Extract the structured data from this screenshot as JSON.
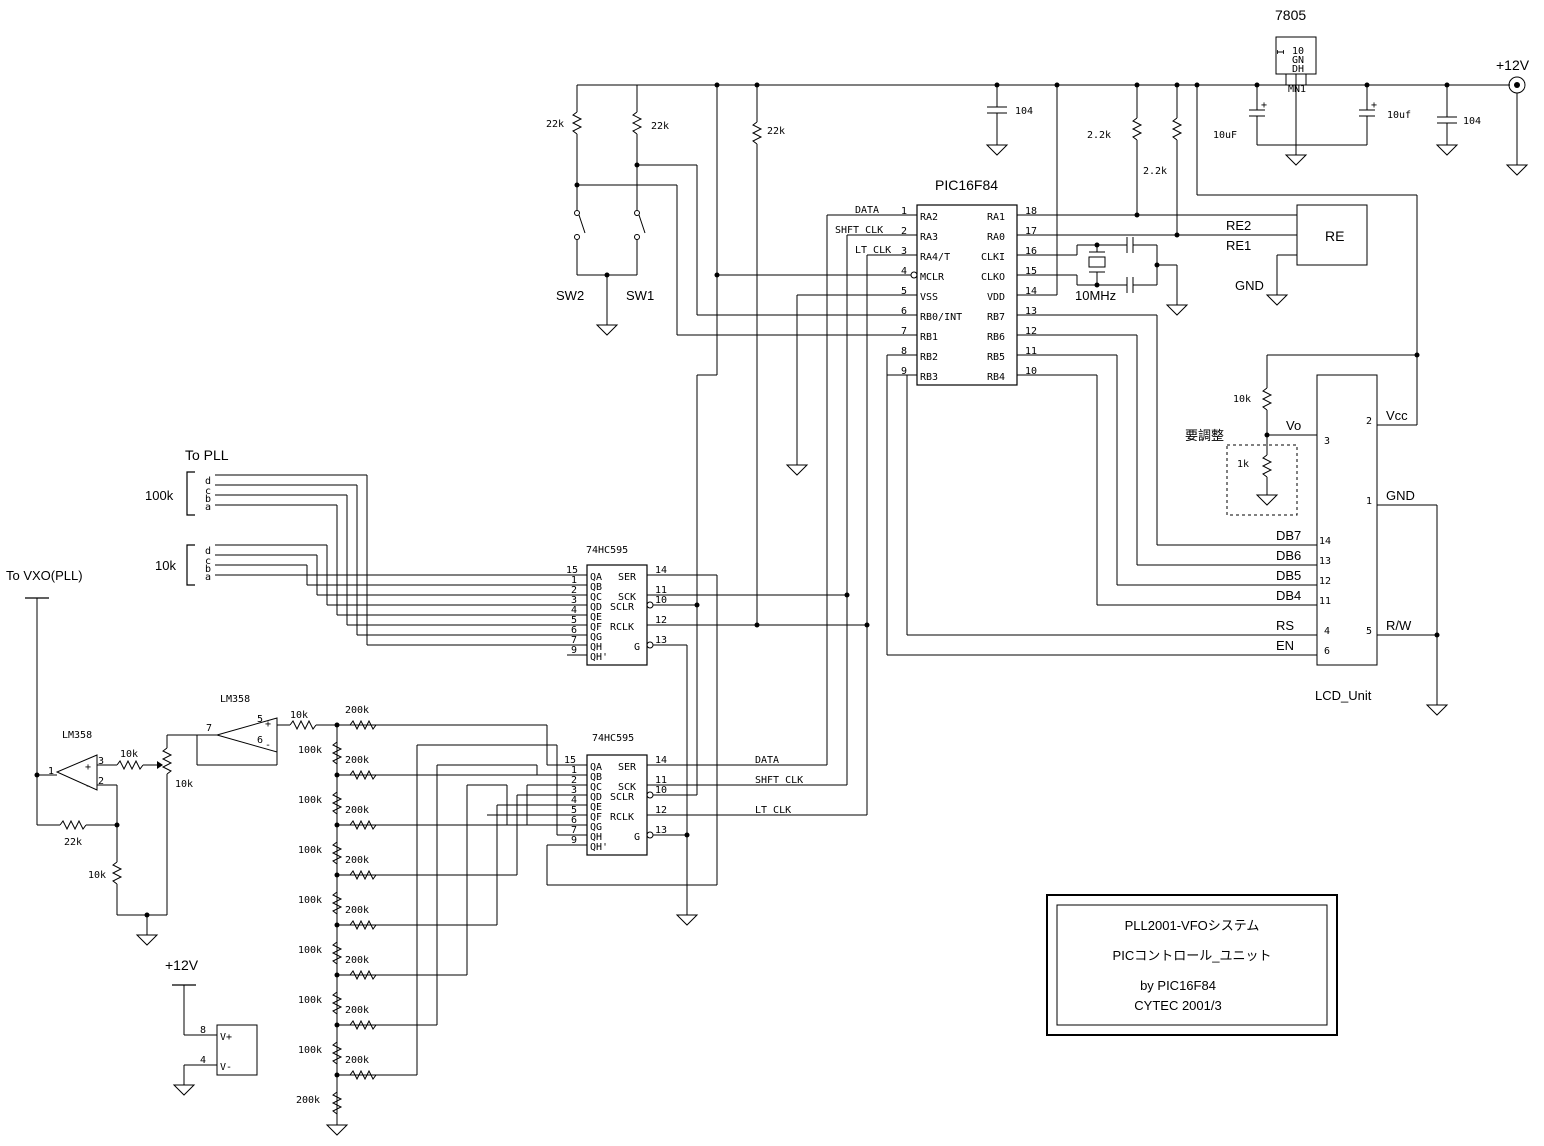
{
  "pic": {
    "name": "PIC16F84",
    "left_pins": [
      {
        "num": "1",
        "name": "RA2",
        "net": "DATA"
      },
      {
        "num": "2",
        "name": "RA3",
        "net": "SHFT_CLK"
      },
      {
        "num": "3",
        "name": "RA4/T",
        "net": "LT_CLK"
      },
      {
        "num": "4",
        "name": "MCLR",
        "net": ""
      },
      {
        "num": "5",
        "name": "VSS",
        "net": ""
      },
      {
        "num": "6",
        "name": "RB0/INT",
        "net": ""
      },
      {
        "num": "7",
        "name": "RB1",
        "net": ""
      },
      {
        "num": "8",
        "name": "RB2",
        "net": ""
      },
      {
        "num": "9",
        "name": "RB3",
        "net": ""
      }
    ],
    "right_pins": [
      {
        "num": "18",
        "name": "RA1"
      },
      {
        "num": "17",
        "name": "RA0"
      },
      {
        "num": "16",
        "name": "CLKI"
      },
      {
        "num": "15",
        "name": "CLKO"
      },
      {
        "num": "14",
        "name": "VDD"
      },
      {
        "num": "13",
        "name": "RB7"
      },
      {
        "num": "12",
        "name": "RB6"
      },
      {
        "num": "11",
        "name": "RB5"
      },
      {
        "num": "10",
        "name": "RB4"
      }
    ]
  },
  "crystal": "10MHz",
  "regulator": {
    "name": "7805",
    "pins": "I G O N N D"
  },
  "supply": "+12V",
  "caps": {
    "c104": "104",
    "c10uf": "10uF",
    "c10uf_lower": "10uf"
  },
  "resistors": {
    "r22k": "22k",
    "r2k2": "2.2k",
    "r10k": "10k",
    "r1k": "1k",
    "r100k": "100k",
    "r200k": "200k"
  },
  "switches": {
    "sw1": "SW1",
    "sw2": "SW2"
  },
  "re": {
    "name": "RE",
    "re1": "RE1",
    "re2": "RE2",
    "gnd": "GND"
  },
  "lcd": {
    "name": "LCD_Unit",
    "adjust": "要調整",
    "pins": [
      {
        "num": "14",
        "name": "DB7"
      },
      {
        "num": "13",
        "name": "DB6"
      },
      {
        "num": "12",
        "name": "DB5"
      },
      {
        "num": "11",
        "name": "DB4"
      },
      {
        "num": "4",
        "name": "RS"
      },
      {
        "num": "6",
        "name": "EN"
      }
    ],
    "right": [
      {
        "num": "2",
        "name": "Vcc"
      },
      {
        "num": "1",
        "name": "GND"
      },
      {
        "num": "5",
        "name": "R/W"
      }
    ],
    "vo": {
      "num": "3",
      "name": "Vo"
    }
  },
  "shift": {
    "name": "74HC595",
    "left": [
      {
        "n": "15",
        "p": "QA"
      },
      {
        "n": "1",
        "p": "QB"
      },
      {
        "n": "2",
        "p": "QC"
      },
      {
        "n": "3",
        "p": "QD"
      },
      {
        "n": "4",
        "p": "QE"
      },
      {
        "n": "5",
        "p": "QF"
      },
      {
        "n": "6",
        "p": "QG"
      },
      {
        "n": "7",
        "p": "QH"
      },
      {
        "n": "9",
        "p": "QH'"
      }
    ],
    "right": [
      {
        "n": "14",
        "p": "SER"
      },
      {
        "n": "11",
        "p": "SCK"
      },
      {
        "n": "10",
        "p": "SCLR"
      },
      {
        "n": "12",
        "p": "RCLK"
      },
      {
        "n": "13",
        "p": "G"
      }
    ]
  },
  "nets": {
    "data": "DATA",
    "shft": "SHFT_CLK",
    "lt": "LT_CLK"
  },
  "pll": {
    "to_pll": "To PLL",
    "k100": "100k",
    "k10": "10k",
    "abcd": [
      "a",
      "b",
      "c",
      "d"
    ]
  },
  "vxo": "To VXO(PLL)",
  "opamp": {
    "name": "LM358",
    "pins": {
      "p1": "1",
      "p2": "2",
      "p3": "3",
      "p5": "5",
      "p6": "6",
      "p7": "7",
      "p8": "8",
      "p4": "4"
    },
    "vplus": "V+",
    "vminus": "V-",
    "plus": "+",
    "minus": "-"
  },
  "title_box": {
    "line1": "PLL2001-VFOシステム",
    "line2": "PICコントロール_ユニット",
    "line3": "by PIC16F84",
    "line4": "CYTEC  2001/3"
  }
}
